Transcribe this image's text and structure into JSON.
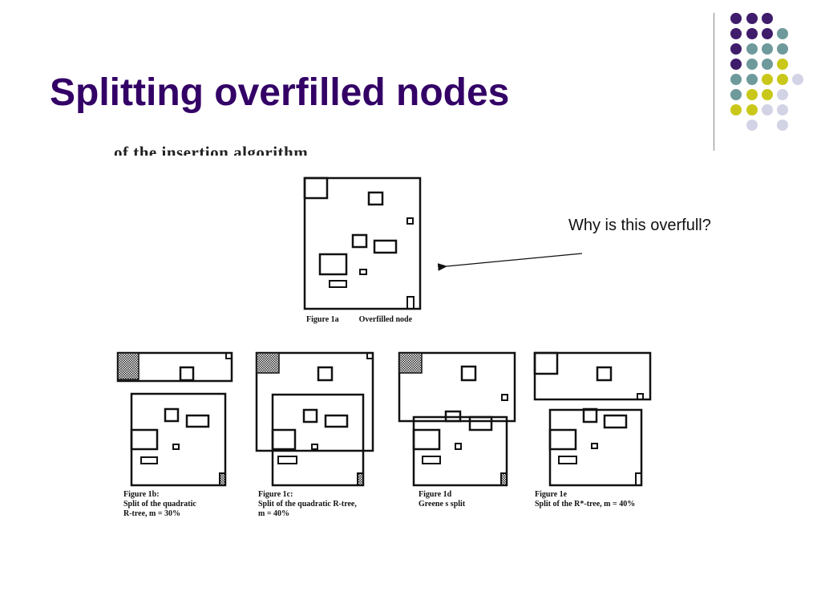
{
  "slide": {
    "title": "Splitting overfilled nodes",
    "cropped_caption": "of the insertion algorithm",
    "annotation": "Why is this overfull?"
  },
  "theme": {
    "title_color": "#330066",
    "dot_purple": "#3f1d6b",
    "dot_teal": "#6e9a9c",
    "dot_yellow": "#c9c81a",
    "dot_lavender": "#d3d3e6"
  },
  "figures": {
    "fig1a": {
      "id": "Figure 1a",
      "desc": "Overfilled node"
    },
    "fig1b": {
      "id": "Figure 1b:",
      "lines": [
        "Split of the quadratic",
        "R-tree, m = 30%"
      ]
    },
    "fig1c": {
      "id": "Figure 1c:",
      "lines": [
        "Split of the quadratic R-tree,",
        "m = 40%"
      ]
    },
    "fig1d": {
      "id": "Figure 1d",
      "lines": [
        "Greene s split"
      ]
    },
    "fig1e": {
      "id": "Figure 1e",
      "lines": [
        "Split of the R*-tree, m = 40%"
      ]
    }
  }
}
